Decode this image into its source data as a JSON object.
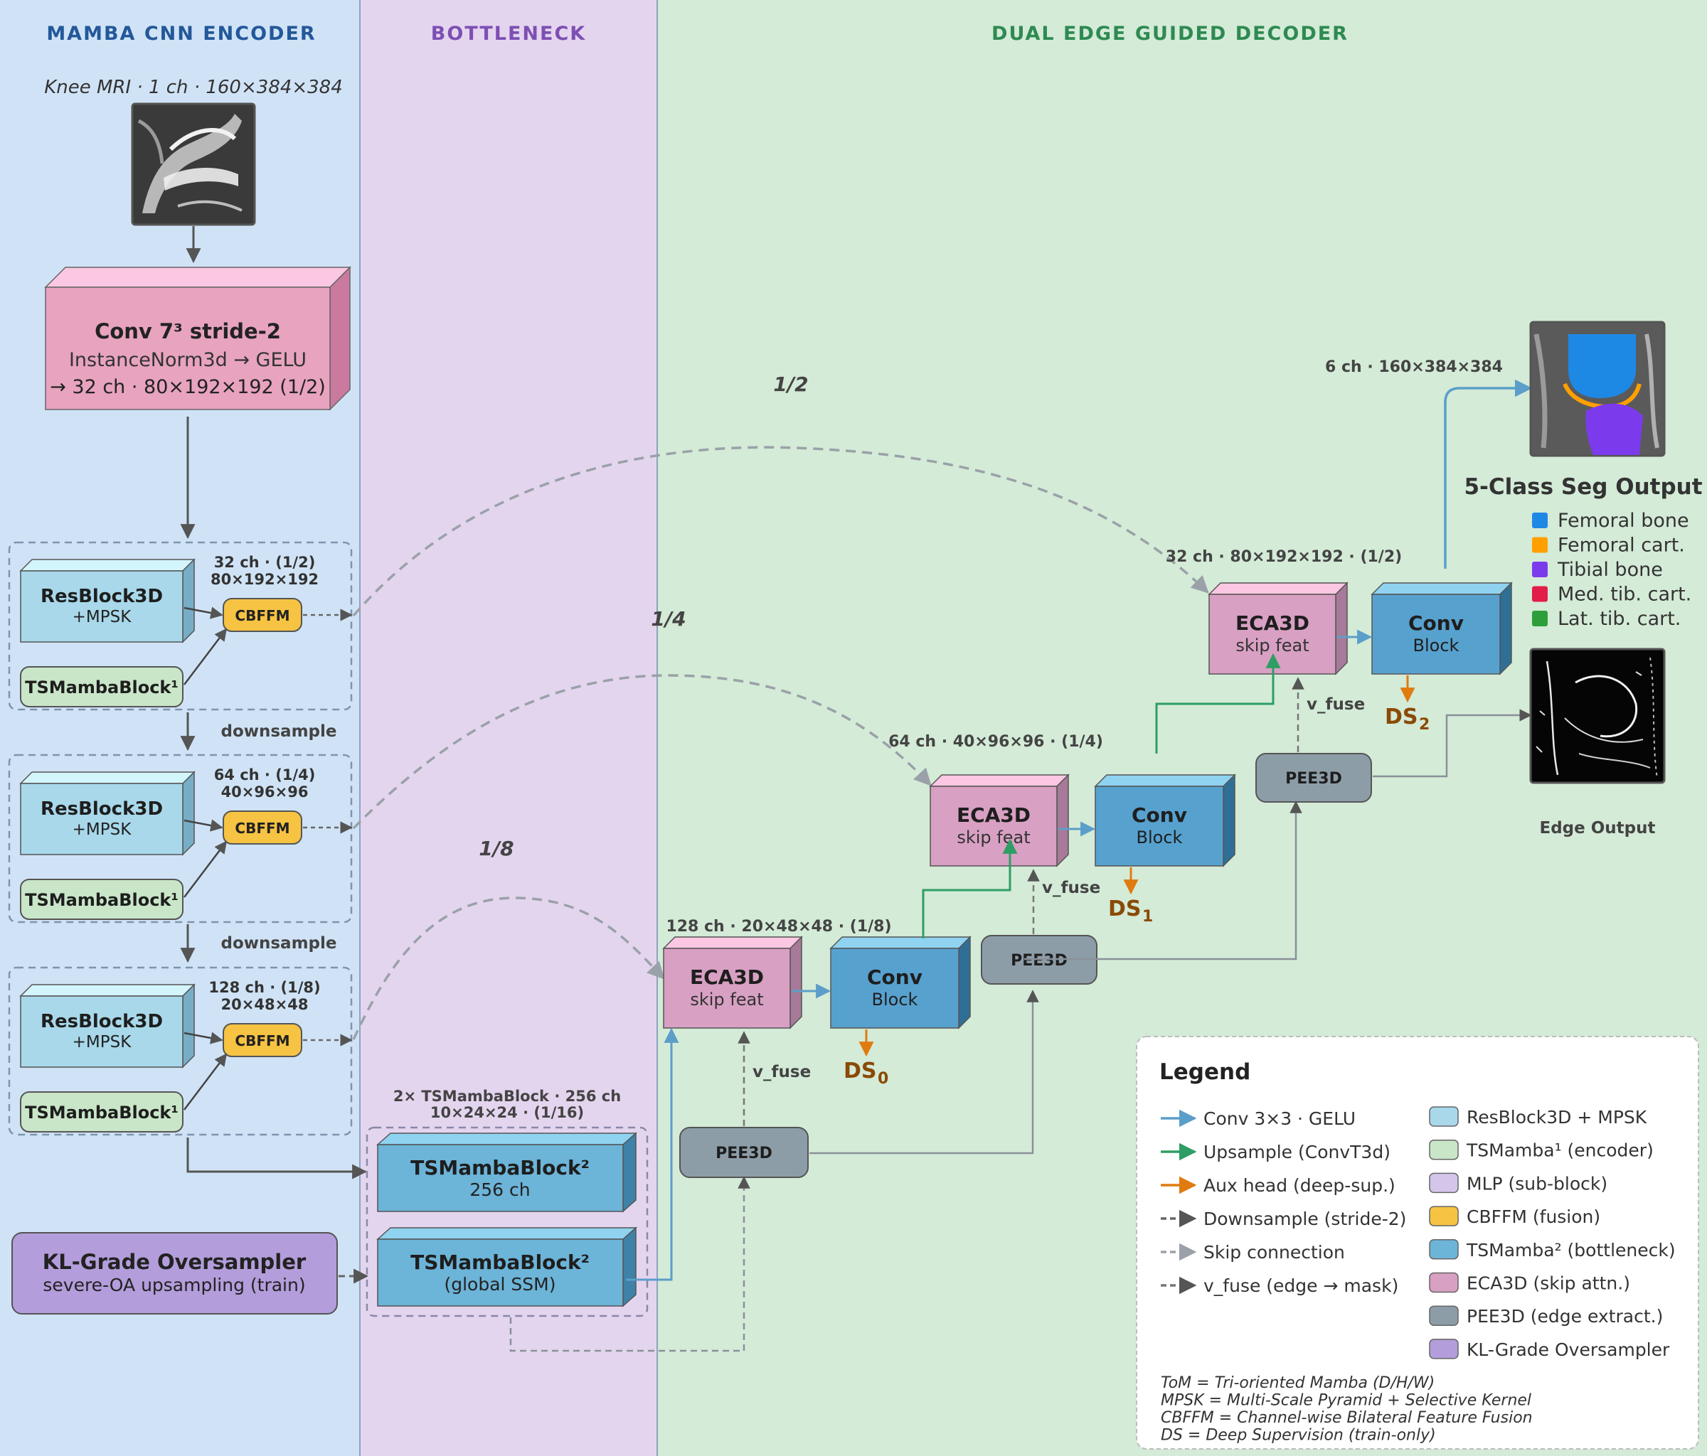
{
  "sections": {
    "encoder": "MAMBA CNN ENCODER",
    "bottleneck": "BOTTLENECK",
    "decoder": "DUAL EDGE GUIDED DECODER"
  },
  "input": {
    "caption": "Knee MRI · 1 ch · 160×384×384"
  },
  "stem": {
    "title": "Conv 7³ stride-2",
    "line1": "InstanceNorm3d → GELU",
    "line2": "→ 32 ch · 80×192×192 (1/2)"
  },
  "encoder_stages": [
    {
      "res_title": "ResBlock3D",
      "res_sub": "+MPSK",
      "mamba": "TSMambaBlock¹",
      "fusion": "CBFFM",
      "dims1": "32 ch · (1/2)",
      "dims2": "80×192×192"
    },
    {
      "res_title": "ResBlock3D",
      "res_sub": "+MPSK",
      "mamba": "TSMambaBlock¹",
      "fusion": "CBFFM",
      "dims1": "64 ch · (1/4)",
      "dims2": "40×96×96"
    },
    {
      "res_title": "ResBlock3D",
      "res_sub": "+MPSK",
      "mamba": "TSMambaBlock¹",
      "fusion": "CBFFM",
      "dims1": "128 ch · (1/8)",
      "dims2": "20×48×48"
    }
  ],
  "downsample_label": "downsample",
  "oversampler": {
    "title": "KL-Grade Oversampler",
    "sub": "severe-OA upsampling (train)"
  },
  "bottleneck_block": {
    "caption1": "2× TSMambaBlock · 256 ch",
    "caption2": "10×24×24 · (1/16)",
    "block1_title": "TSMambaBlock²",
    "block1_sub": "256 ch",
    "block2_title": "TSMambaBlock²",
    "block2_sub": "(global SSM)"
  },
  "scale_labels": [
    "1/2",
    "1/4",
    "1/8"
  ],
  "decoder_stages": [
    {
      "caption": "128 ch · 20×48×48 · (1/8)",
      "eca_title": "ECA3D",
      "eca_sub": "skip feat",
      "conv_title": "Conv",
      "conv_sub": "Block",
      "ds_label": "DS",
      "ds_sub": "0",
      "pee": "PEE3D",
      "vfuse": "v_fuse"
    },
    {
      "caption": "64 ch · 40×96×96 · (1/4)",
      "eca_title": "ECA3D",
      "eca_sub": "skip feat",
      "conv_title": "Conv",
      "conv_sub": "Block",
      "ds_label": "DS",
      "ds_sub": "1",
      "pee": "PEE3D",
      "vfuse": "v_fuse"
    },
    {
      "caption": "32 ch · 80×192×192 · (1/2)",
      "eca_title": "ECA3D",
      "eca_sub": "skip feat",
      "conv_title": "Conv",
      "conv_sub": "Block",
      "ds_label": "DS",
      "ds_sub": "2",
      "pee": "PEE3D",
      "vfuse": "v_fuse"
    }
  ],
  "output": {
    "seg_caption": "6 ch · 160×384×384",
    "seg_title": "5-Class Seg Output",
    "edge_title": "Edge Output",
    "classes": [
      {
        "label": "Femoral bone",
        "color": "#1e88e5"
      },
      {
        "label": "Femoral cart.",
        "color": "#ffa000"
      },
      {
        "label": "Tibial bone",
        "color": "#7c3aed"
      },
      {
        "label": "Med. tib. cart.",
        "color": "#e11d48"
      },
      {
        "label": "Lat. tib. cart.",
        "color": "#2e9e3b"
      }
    ]
  },
  "legend": {
    "title": "Legend",
    "lines": [
      {
        "label": "Conv 3×3 · GELU",
        "color": "#5b9ec9",
        "dashed": false
      },
      {
        "label": "Upsample (ConvT3d)",
        "color": "#2e9e64",
        "dashed": false
      },
      {
        "label": "Aux head (deep-sup.)",
        "color": "#e07b10",
        "dashed": false
      },
      {
        "label": "Downsample (stride-2)",
        "color": "#666666",
        "dashed": true
      },
      {
        "label": "Skip connection",
        "color": "#9aa1a8",
        "dashed": true
      },
      {
        "label": "v_fuse (edge → mask)",
        "color": "#777777",
        "dashed": true
      }
    ],
    "swatches": [
      {
        "label": "ResBlock3D + MPSK",
        "color": "#a8d8ea"
      },
      {
        "label": "TSMamba¹ (encoder)",
        "color": "#c9e6c8"
      },
      {
        "label": "MLP (sub-block)",
        "color": "#d4c6ea"
      },
      {
        "label": "CBFFM (fusion)",
        "color": "#f6c343"
      },
      {
        "label": "TSMamba² (bottleneck)",
        "color": "#6cb4d8"
      },
      {
        "label": "ECA3D (skip attn.)",
        "color": "#d8a0c3"
      },
      {
        "label": "PEE3D (edge extract.)",
        "color": "#8d9da8"
      },
      {
        "label": "KL-Grade Oversampler",
        "color": "#b39ddb"
      }
    ],
    "notes": [
      "ToM = Tri-oriented Mamba (D/H/W)",
      "MPSK = Multi-Scale Pyramid + Selective Kernel",
      "CBFFM = Channel-wise Bilateral Feature Fusion",
      "DS = Deep Supervision (train-only)"
    ]
  }
}
